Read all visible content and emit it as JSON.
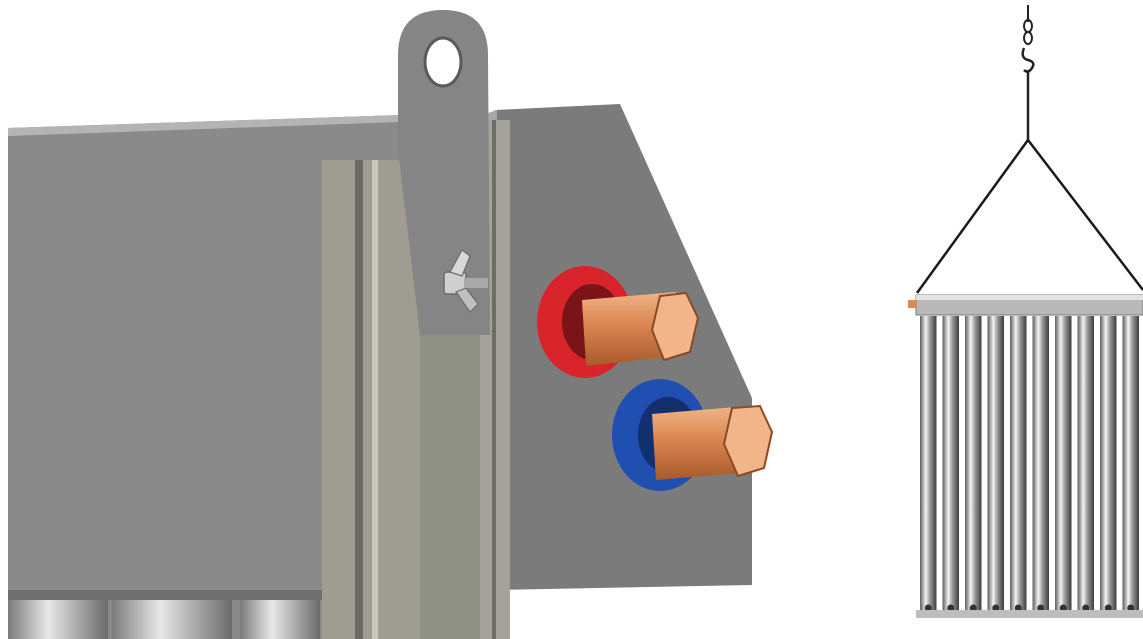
{
  "scene": {
    "left_view": {
      "description_icon": "solar-collector-header-detail",
      "flow_pipe_ring_color": "#d8232a",
      "return_pipe_ring_color": "#1f4fb0",
      "pipe_color": "#d98a55",
      "housing_color": "#7c7c7c"
    },
    "right_view": {
      "description_icon": "solar-collector-lifting",
      "tube_count": 10,
      "sling_color": "#1a1a1a"
    }
  }
}
